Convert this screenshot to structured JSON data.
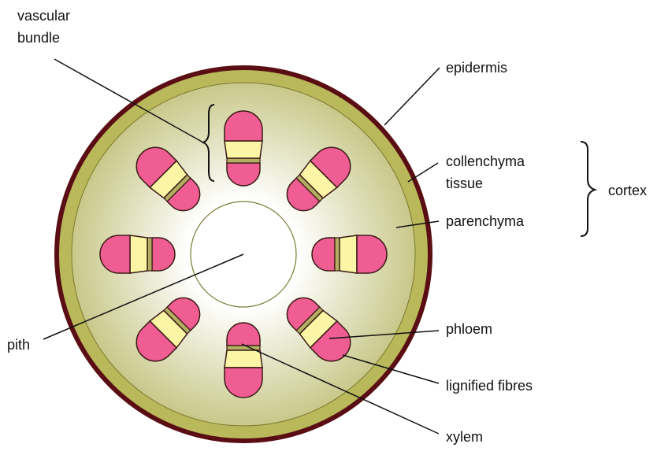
{
  "labels": {
    "vascular_bundle_line1": "vascular",
    "vascular_bundle_line2": "bundle",
    "epidermis": "epidermis",
    "collenchyma_line1": "collenchyma",
    "collenchyma_line2": "tissue",
    "cortex": "cortex",
    "parenchyma": "parenchyma",
    "pith": "pith",
    "phloem": "phloem",
    "lignified_fibres": "lignified fibres",
    "xylem": "xylem"
  },
  "colors": {
    "epidermis": "#5a0e14",
    "collenchyma": "#b9b85a",
    "parenchyma_outer": "#c9c88a",
    "parenchyma_inner": "#ffffff",
    "pith": "#ffffff",
    "pith_outline": "#7a7a30",
    "fibres": "#ef5d93",
    "phloem": "#fbf6a6",
    "cambium": "#b4ae62",
    "outline": "#3a1a14",
    "leader": "#111111"
  },
  "vascular_bundle_count": 8
}
